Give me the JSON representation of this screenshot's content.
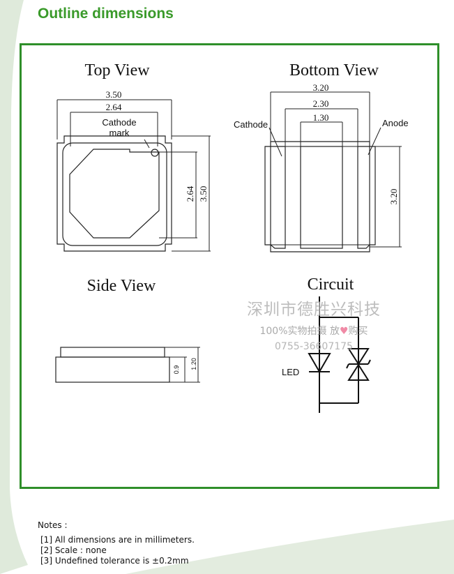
{
  "page": {
    "title": "Outline dimensions"
  },
  "views": {
    "top": {
      "title": "Top View",
      "dim_outer_width": "3.50",
      "dim_inner_width": "2.64",
      "dim_inner_height": "2.64",
      "dim_outer_height": "3.50",
      "cathode_label_1": "Cathode",
      "cathode_label_2": "mark"
    },
    "bottom": {
      "title": "Bottom View",
      "dim_outer_width": "3.20",
      "dim_mid_width": "2.30",
      "dim_inner_width": "1.30",
      "dim_height": "3.20",
      "cathode_label": "Cathode",
      "anode_label": "Anode"
    },
    "side": {
      "title": "Side View",
      "dim_body_height": "0.9",
      "dim_total_height": "1.20"
    },
    "circuit": {
      "title": "Circuit",
      "led_label": "LED"
    }
  },
  "watermark": {
    "line1": "深圳市德胜兴科技",
    "line2": "100%实物拍摄 放",
    "line2_heart": "♥",
    "line2_end": "购买",
    "line3": "0755-36607175"
  },
  "notes": {
    "heading": "Notes :",
    "items": [
      "[1] All dimensions are in millimeters.",
      "[2] Scale :  none",
      "[3] Undefined tolerance is ±0.2mm"
    ]
  },
  "colors": {
    "frame": "#2f8f2a",
    "title": "#3a9a2a",
    "background_swoosh": "#dde9d6"
  }
}
